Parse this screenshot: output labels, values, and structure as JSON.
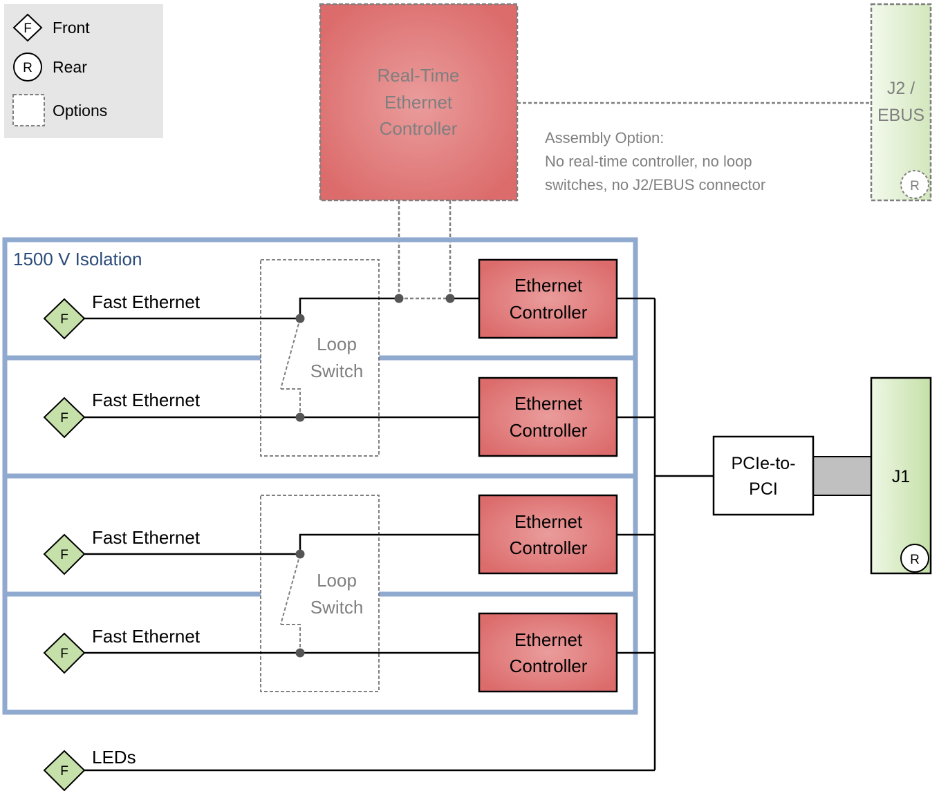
{
  "legend": {
    "front_symbol": "F",
    "front_label": "Front",
    "rear_symbol": "R",
    "rear_label": "Rear",
    "options_label": "Options"
  },
  "rt_controller": {
    "line1": "Real-Time",
    "line2": "Ethernet",
    "line3": "Controller"
  },
  "assembly_option": {
    "line1": "Assembly Option:",
    "line2": "No real-time controller, no loop",
    "line3": "switches, no J2/EBUS connector"
  },
  "j2": {
    "line1": "J2 /",
    "line2": "EBUS",
    "rear_symbol": "R"
  },
  "isolation": {
    "label": "1500 V  Isolation"
  },
  "ports": [
    {
      "symbol": "F",
      "label": "Fast Ethernet"
    },
    {
      "symbol": "F",
      "label": "Fast Ethernet"
    },
    {
      "symbol": "F",
      "label": "Fast Ethernet"
    },
    {
      "symbol": "F",
      "label": "Fast Ethernet"
    }
  ],
  "loop_switches": [
    {
      "line1": "Loop",
      "line2": "Switch"
    },
    {
      "line1": "Loop",
      "line2": "Switch"
    }
  ],
  "eth_controllers": [
    {
      "line1": "Ethernet",
      "line2": "Controller"
    },
    {
      "line1": "Ethernet",
      "line2": "Controller"
    },
    {
      "line1": "Ethernet",
      "line2": "Controller"
    },
    {
      "line1": "Ethernet",
      "line2": "Controller"
    }
  ],
  "leds": {
    "symbol": "F",
    "label": "LEDs"
  },
  "bridge": {
    "line1": "PCIe-to-",
    "line2": "PCI"
  },
  "j1": {
    "label": "J1",
    "rear_symbol": "R"
  },
  "colors": {
    "red_center": "#ea9c9c",
    "red_edge": "#dc6c6c",
    "green_light": "#eef7e4",
    "green": "#c5e0a8",
    "isolation_blue": "#8fa9cf",
    "title_blue": "#2b4b7a",
    "legend_bg": "#e6e6e6",
    "dashed": "#7f7f7f",
    "option_text": "#7f7f7f",
    "bus_gray": "#c0c0c0"
  }
}
